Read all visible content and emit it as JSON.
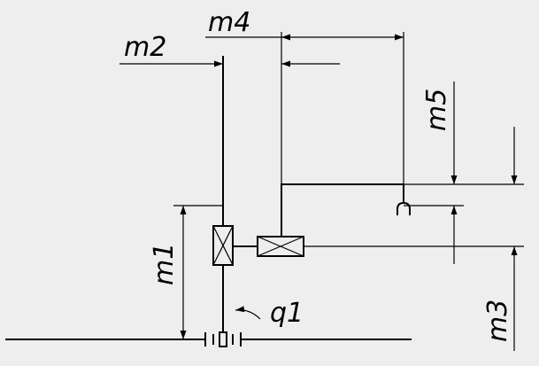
{
  "labels": {
    "m1": "m1",
    "m2": "m2",
    "m3": "m3",
    "m4": "m4",
    "m5": "m5",
    "q1": "q1"
  },
  "colors": {
    "background": "#eeeeee",
    "line": "#000000"
  }
}
